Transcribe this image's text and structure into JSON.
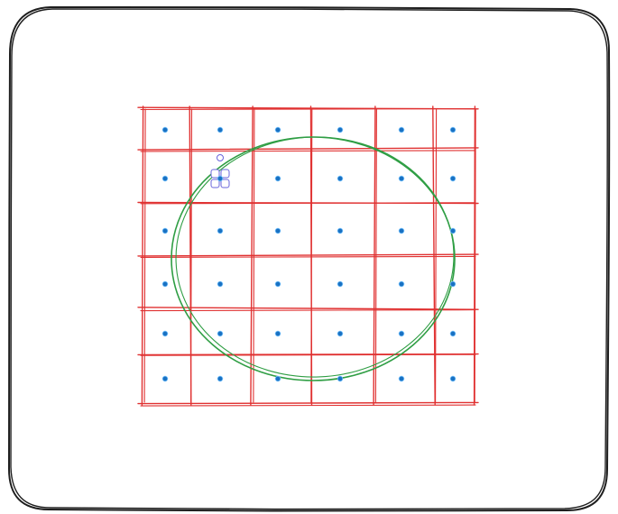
{
  "colors": {
    "background": "#ffffff",
    "frame": "#1e1e1e",
    "grid": "#e03131",
    "circle": "#2f9e44",
    "dot_fill": "#1971c2",
    "dot_stroke": "#74c0fc",
    "selection": "#6965db"
  },
  "grid": {
    "rows": 6,
    "cols": 6
  },
  "dots": [
    {
      "row": 0,
      "col": 0
    },
    {
      "row": 0,
      "col": 1
    },
    {
      "row": 0,
      "col": 2
    },
    {
      "row": 0,
      "col": 3
    },
    {
      "row": 0,
      "col": 4
    },
    {
      "row": 0,
      "col": 5
    },
    {
      "row": 1,
      "col": 0
    },
    {
      "row": 1,
      "col": 1,
      "selected": true
    },
    {
      "row": 1,
      "col": 2
    },
    {
      "row": 1,
      "col": 3
    },
    {
      "row": 1,
      "col": 4
    },
    {
      "row": 1,
      "col": 5
    },
    {
      "row": 2,
      "col": 0
    },
    {
      "row": 2,
      "col": 1
    },
    {
      "row": 2,
      "col": 2
    },
    {
      "row": 2,
      "col": 3
    },
    {
      "row": 2,
      "col": 4
    },
    {
      "row": 2,
      "col": 5
    },
    {
      "row": 3,
      "col": 0
    },
    {
      "row": 3,
      "col": 1
    },
    {
      "row": 3,
      "col": 2
    },
    {
      "row": 3,
      "col": 3
    },
    {
      "row": 3,
      "col": 4
    },
    {
      "row": 3,
      "col": 5
    },
    {
      "row": 4,
      "col": 0
    },
    {
      "row": 4,
      "col": 1
    },
    {
      "row": 4,
      "col": 2
    },
    {
      "row": 4,
      "col": 3
    },
    {
      "row": 4,
      "col": 4
    },
    {
      "row": 4,
      "col": 5
    },
    {
      "row": 5,
      "col": 0
    },
    {
      "row": 5,
      "col": 1
    },
    {
      "row": 5,
      "col": 2
    },
    {
      "row": 5,
      "col": 3
    },
    {
      "row": 5,
      "col": 4
    },
    {
      "row": 5,
      "col": 5
    }
  ]
}
